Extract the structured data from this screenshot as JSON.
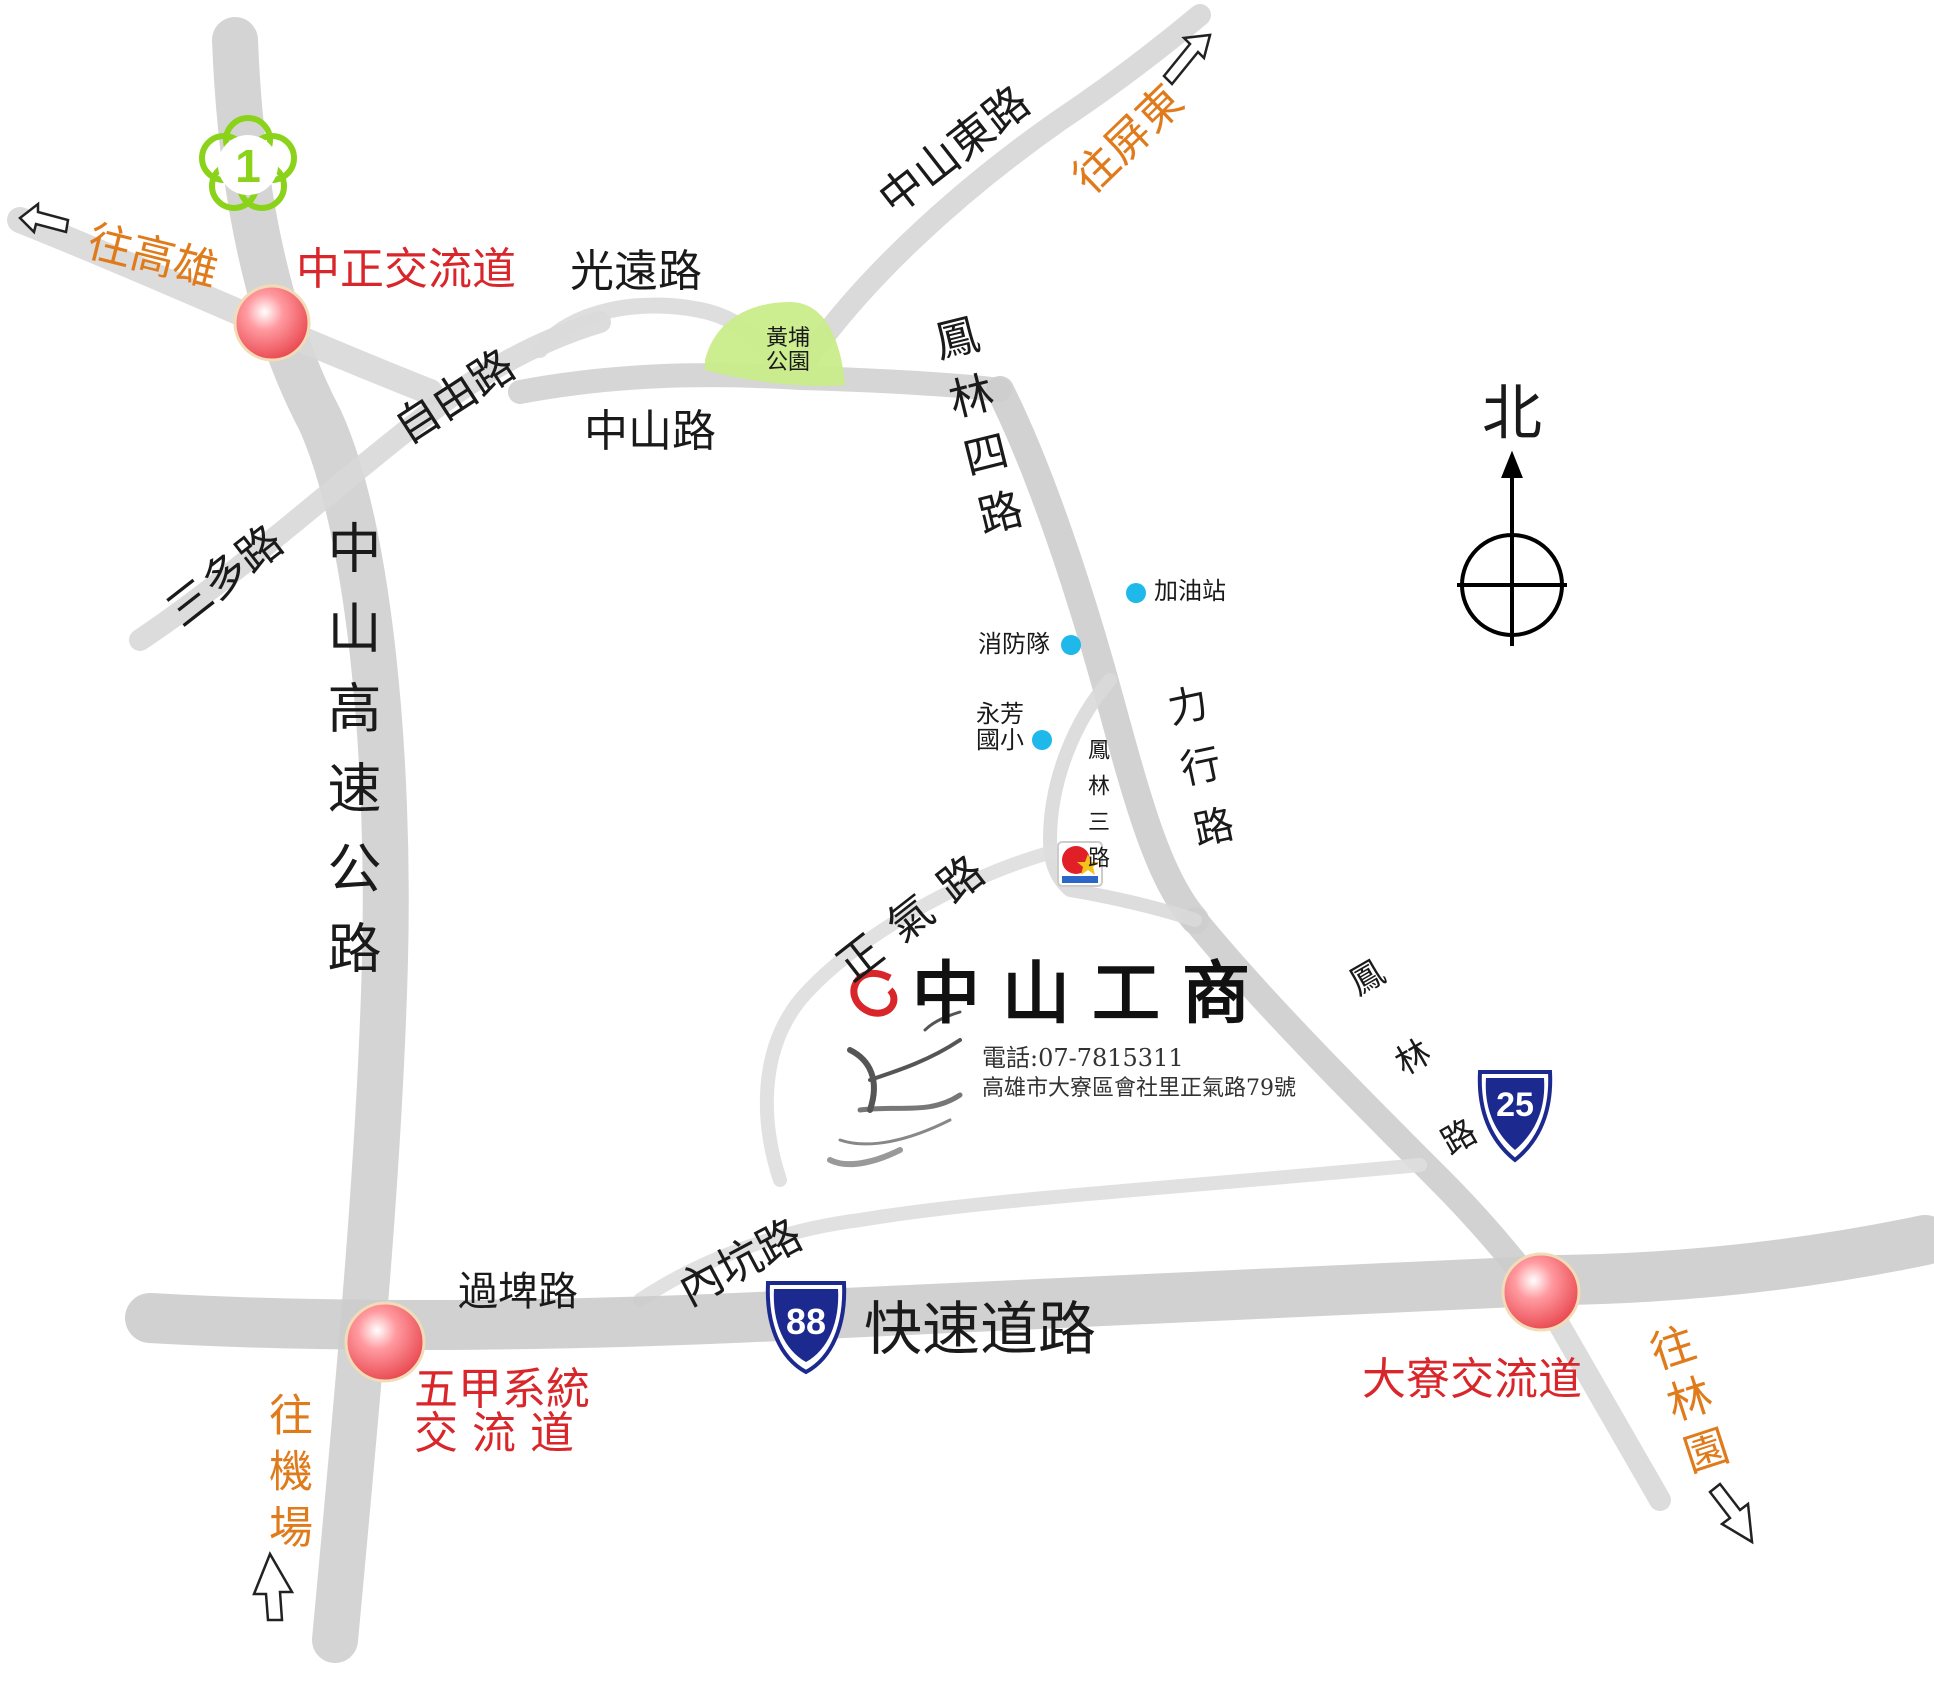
{
  "roads": {
    "zhongshan_highway": "中山高速公路",
    "guangyuan": "光遠路",
    "zhongshan": "中山路",
    "ziyou": "自由路",
    "sanduo": "三多路",
    "zhongshan_east": "中山東路",
    "fenglin_4": "鳳林四路",
    "lixing": "力行路",
    "fenglin_3": "鳳林三路",
    "zhengqi": "正氣路",
    "neikeng": "內坑路",
    "guopi": "過埤路",
    "fenglin": "鳳林路",
    "expressway": "快速道路"
  },
  "directions": {
    "kaohsiung": "往高雄",
    "pingtung": "往屏東",
    "airport": "往機場",
    "linyuan": "往林園"
  },
  "interchanges": {
    "zhongzheng": "中正交流道",
    "wujia_line1": "五甲系統",
    "wujia_line2": "交 流 道",
    "daliao": "大寮交流道"
  },
  "park": {
    "line1": "黃埔",
    "line2": "公園"
  },
  "pois": {
    "gas_station": "加油站",
    "fire_station": "消防隊",
    "school_line1": "永芳",
    "school_line2": "國小"
  },
  "compass": {
    "north": "北"
  },
  "shields": {
    "national": "1",
    "provincial": "25",
    "expressway": "88"
  },
  "school": {
    "name": "中山工商",
    "phone": "電話:07-7815311",
    "address": "高雄市大寮區會社里正氣路79號"
  },
  "colors": {
    "road": "#d0d0d0",
    "shield_blue": "#1c2a8f",
    "national_green": "#8bd31a",
    "interchange_red": "#e8424a",
    "poi_cyan": "#1fb8ea",
    "park_green": "#c9ec8a",
    "label_orange": "#e07b1c",
    "label_red": "#d8262a"
  }
}
